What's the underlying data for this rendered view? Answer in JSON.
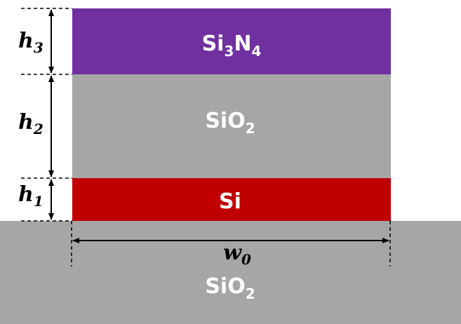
{
  "colors": {
    "si3n4": "#7030A0",
    "sio2_cladding": "#A6A6A6",
    "si": "#C00000",
    "sio2_substrate": "#A6A6A6",
    "label_text": "#FFFFFF",
    "dimension_lines": "#000000"
  },
  "layers": {
    "si3n4": {
      "main": "Si",
      "sub1": "3",
      "mid": "N",
      "sub2": "4"
    },
    "sio2_middle": {
      "main": "SiO",
      "sub": "2"
    },
    "si": {
      "main": "Si"
    },
    "substrate": {
      "main": "SiO",
      "sub": "2"
    }
  },
  "dimensions": {
    "h3": {
      "main": "h",
      "sub": "3"
    },
    "h2": {
      "main": "h",
      "sub": "2"
    },
    "h1": {
      "main": "h",
      "sub": "1"
    },
    "w0": {
      "main": "w",
      "sub": "0"
    }
  }
}
